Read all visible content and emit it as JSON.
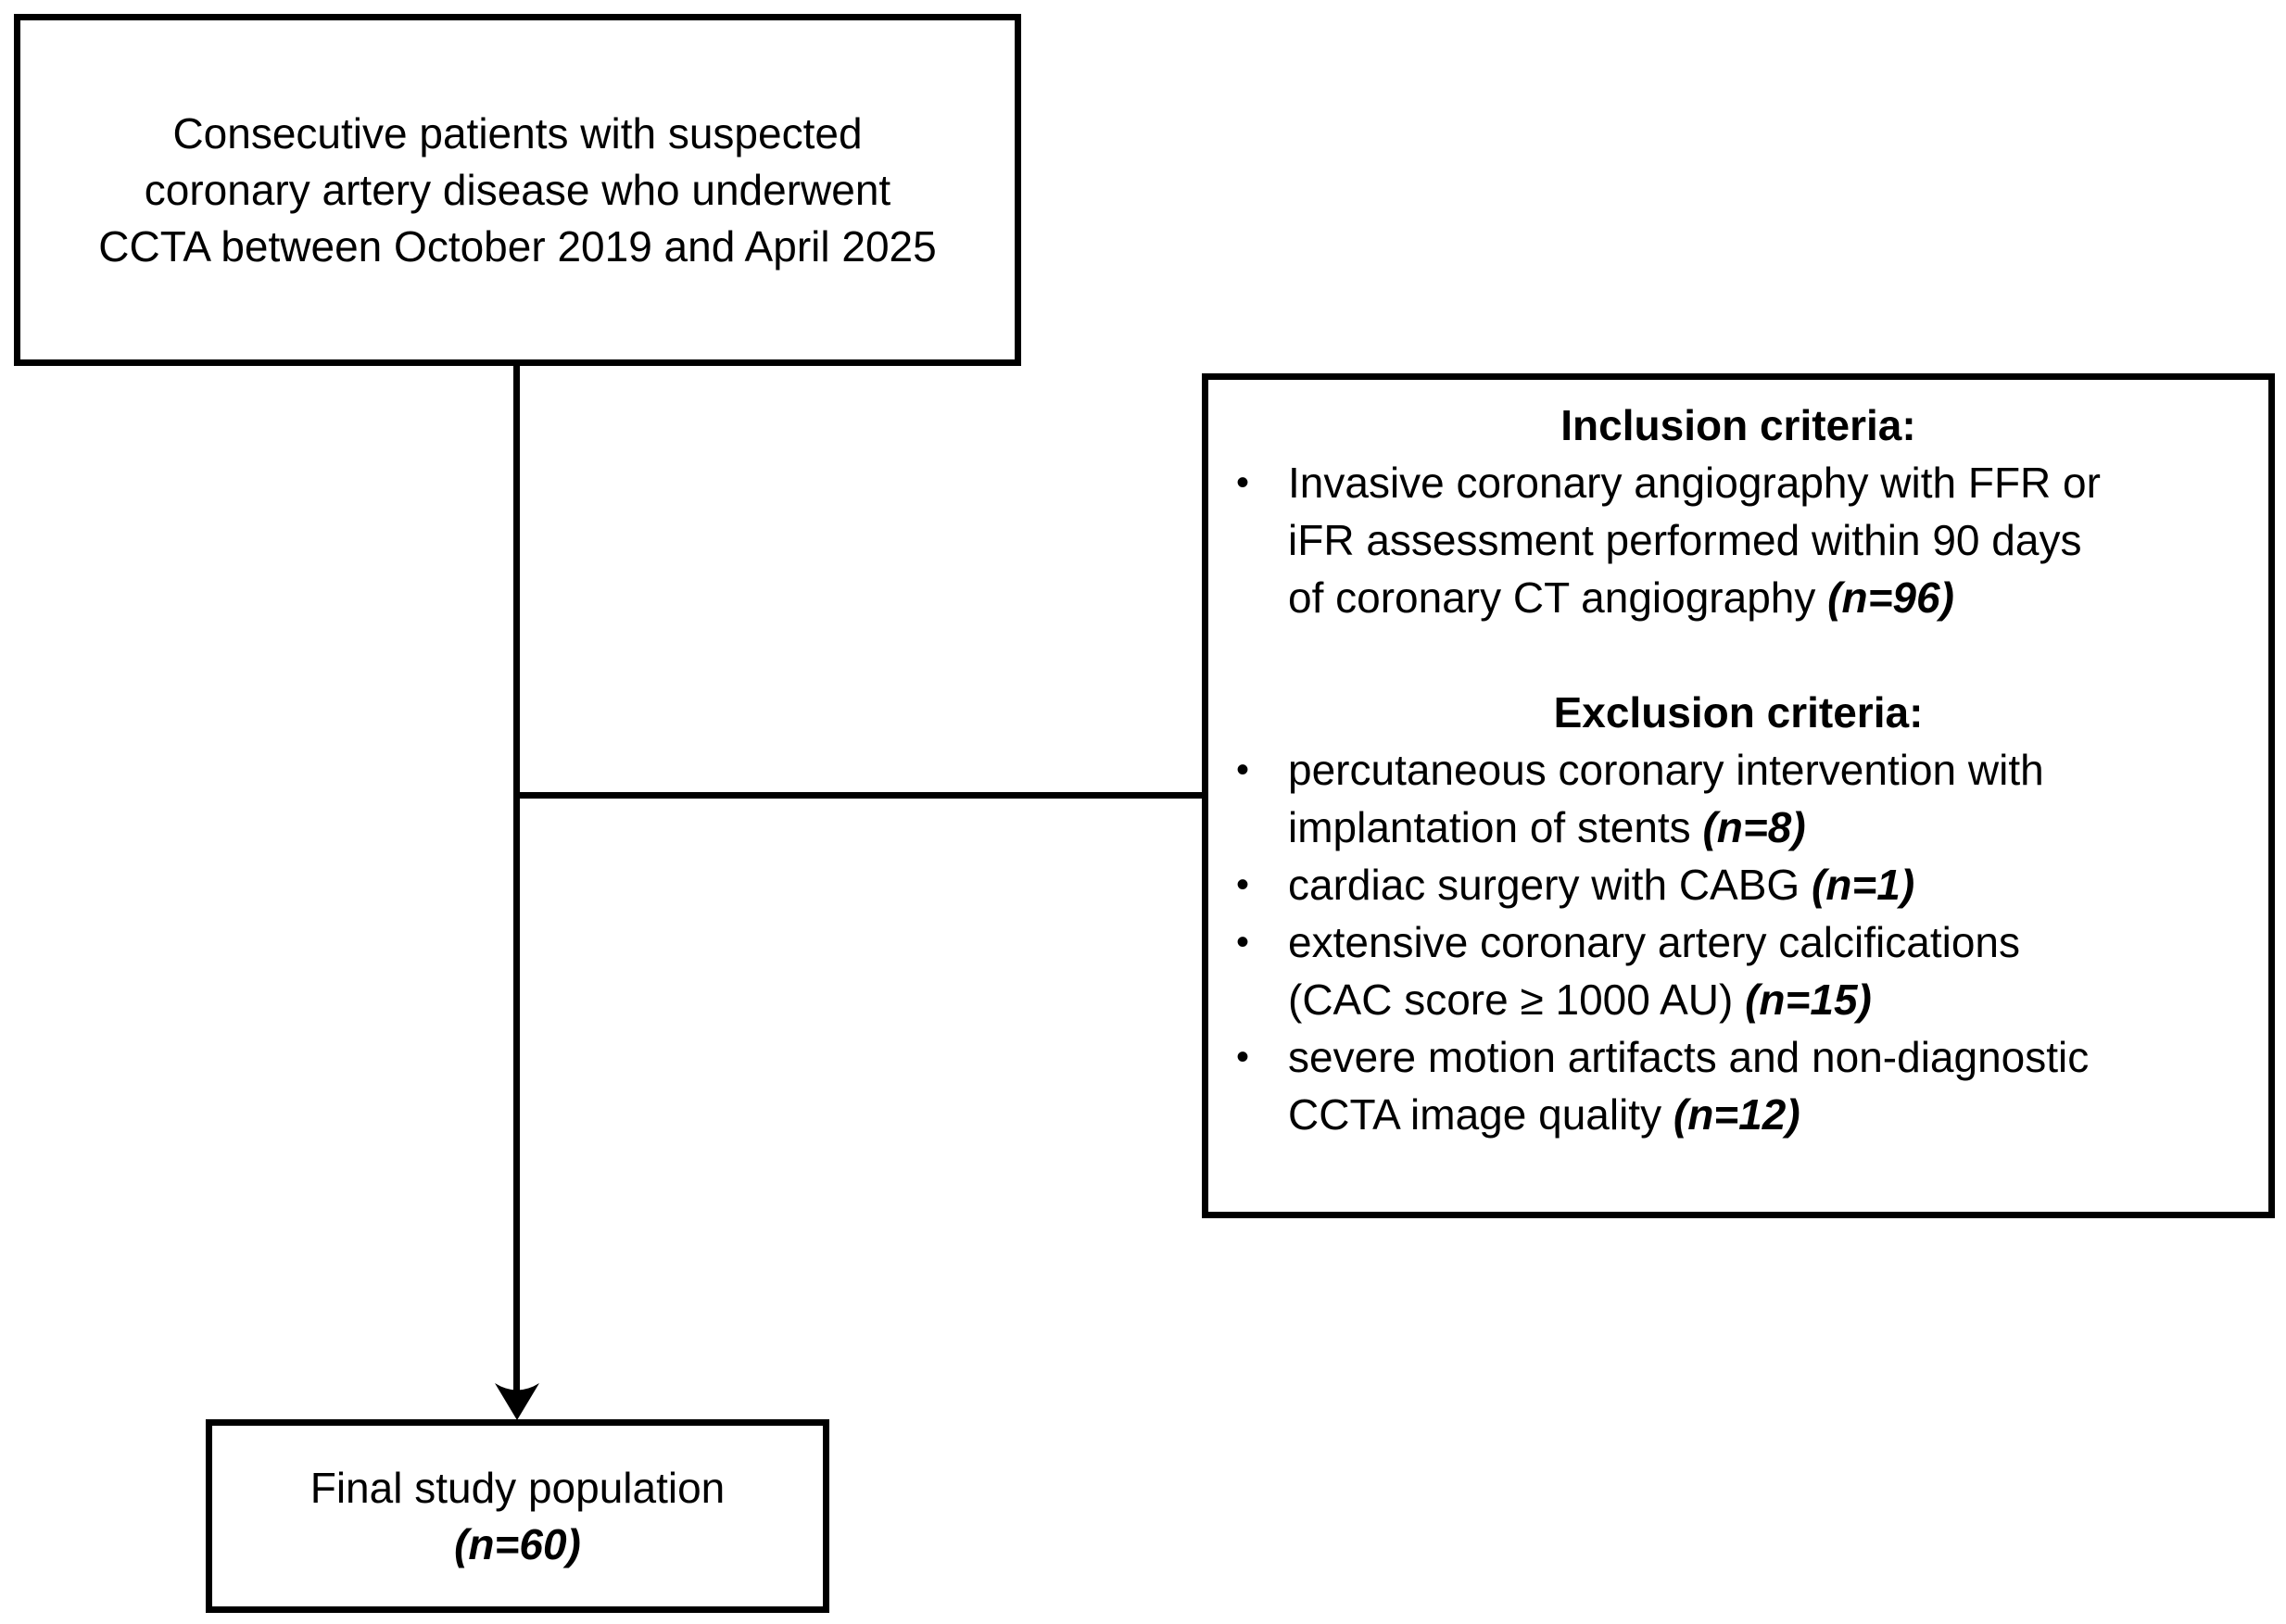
{
  "top_box": {
    "lines": [
      "Consecutive patients with suspected",
      "coronary artery disease who underwent",
      "CCTA between October 2019 and April 2025"
    ]
  },
  "criteria_box": {
    "bullet": "•",
    "inclusion": {
      "heading": "Inclusion criteria:",
      "items": [
        {
          "lines": [
            {
              "t": "Invasive coronary angiography with FFR or"
            },
            {
              "t": "iFR assessment performed within 90 days"
            },
            {
              "t": "of coronary CT angiography ",
              "n": "(n=96)"
            }
          ]
        }
      ]
    },
    "exclusion": {
      "heading": "Exclusion criteria:",
      "items": [
        {
          "lines": [
            {
              "t": "percutaneous coronary intervention with"
            },
            {
              "t": "implantation of stents ",
              "n": "(n=8)"
            }
          ]
        },
        {
          "lines": [
            {
              "t": "cardiac surgery with CABG ",
              "n": "(n=1)"
            }
          ]
        },
        {
          "lines": [
            {
              "t": "extensive coronary artery calcifications"
            },
            {
              "t": "(CAC score ≥ 1000 AU) ",
              "n": "(n=15)"
            }
          ]
        },
        {
          "lines": [
            {
              "t": "severe motion artifacts and non-diagnostic"
            },
            {
              "t": "CCTA image quality ",
              "n": "(n=12)"
            }
          ]
        }
      ]
    }
  },
  "final_box": {
    "line1": "Final study population",
    "n": "(n=60)"
  }
}
